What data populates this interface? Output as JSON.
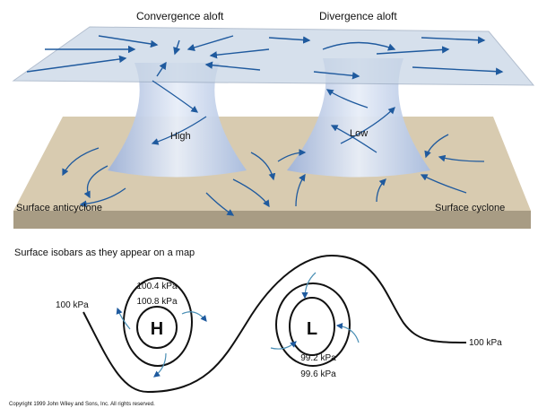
{
  "top_diagram": {
    "convergence_label": "Convergence aloft",
    "divergence_label": "Divergence aloft",
    "high_label": "High",
    "low_label": "Low",
    "anticyclone_label": "Surface anticyclone",
    "cyclone_label": "Surface cyclone"
  },
  "map": {
    "title": "Surface isobars as they appear on a map",
    "left_isobar": "100 kPa",
    "right_isobar": "100 kPa",
    "high_symbol": "H",
    "low_symbol": "L",
    "high_outer": "100.4 kPa",
    "high_inner": "100.8 kPa",
    "low_inner": "99.2 kPa",
    "low_outer": "99.6 kPa"
  },
  "copyright": "Copyright 1999 John Wiley and Sons, Inc. All rights reserved.",
  "colors": {
    "arrow": "#1f5a9e",
    "ground": "#d8cbb0",
    "plane": "#c9d6e6",
    "funnel": "#b8c8e4"
  }
}
